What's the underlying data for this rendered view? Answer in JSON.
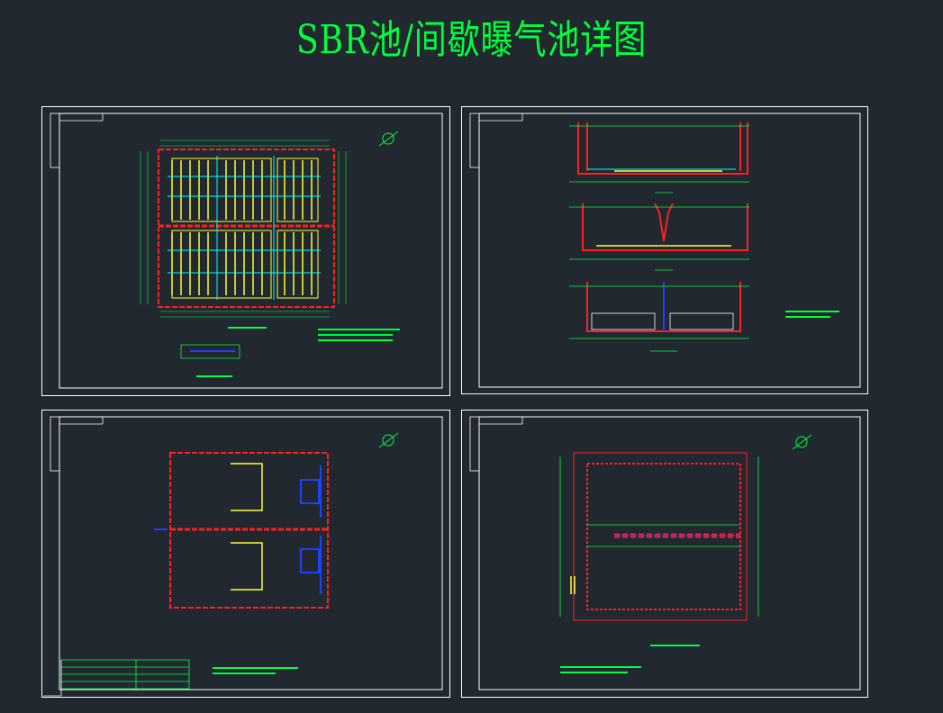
{
  "drawing_title": "SBR池/间歇曝气池详图",
  "colors": {
    "background": "#212830",
    "title_green": "#00ff3c",
    "frame_white": "#ffffff",
    "wall_red": "#ff2020",
    "pipe_yellow": "#ffff33",
    "pipe_cyan": "#00ffff",
    "pipe_blue": "#2040ff",
    "dim_green": "#00ff3c"
  },
  "sheets": [
    {
      "id": "sheet-1",
      "content": "aeration-plan"
    },
    {
      "id": "sheet-2",
      "content": "sections"
    },
    {
      "id": "sheet-3",
      "content": "process-plan"
    },
    {
      "id": "sheet-4",
      "content": "tank-plan"
    }
  ]
}
